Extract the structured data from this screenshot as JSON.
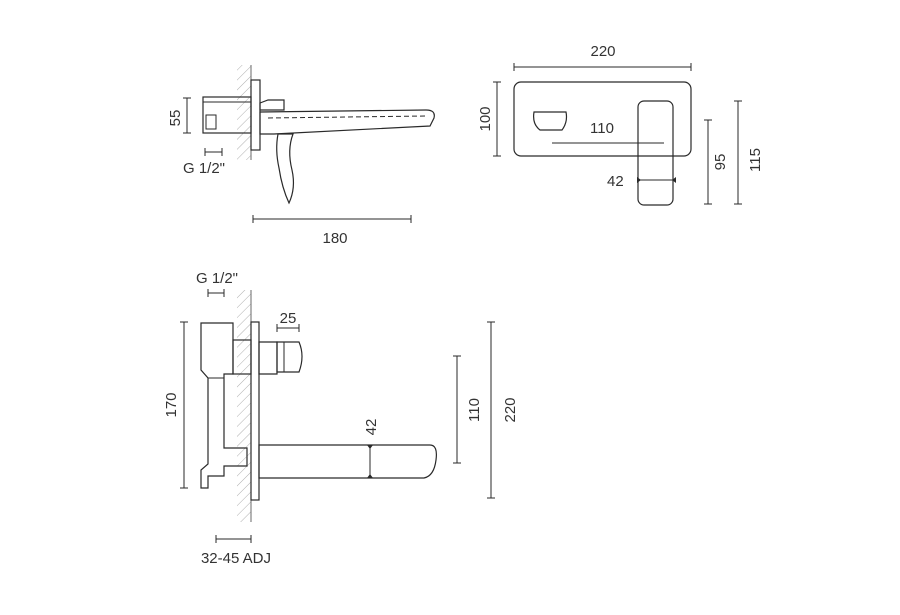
{
  "side_view": {
    "height_dim": "55",
    "thread_label": "G 1/2\"",
    "length_dim": "180"
  },
  "front_view": {
    "width_dim": "220",
    "height_dim": "100",
    "lever_offset_dim": "110",
    "lever_width_dim": "42",
    "lever_height_dim": "95",
    "total_height_dim": "115"
  },
  "section_view": {
    "thread_label": "G 1/2\"",
    "depth_dim": "25",
    "body_height_dim": "170",
    "spout_thickness_dim": "42",
    "spout_height_dim": "110",
    "total_height_dim": "220",
    "adjust_label": "32-45 ADJ"
  },
  "colors": {
    "line": "#2a2a2a",
    "hatch": "#9a9a9a",
    "text": "#333333"
  }
}
